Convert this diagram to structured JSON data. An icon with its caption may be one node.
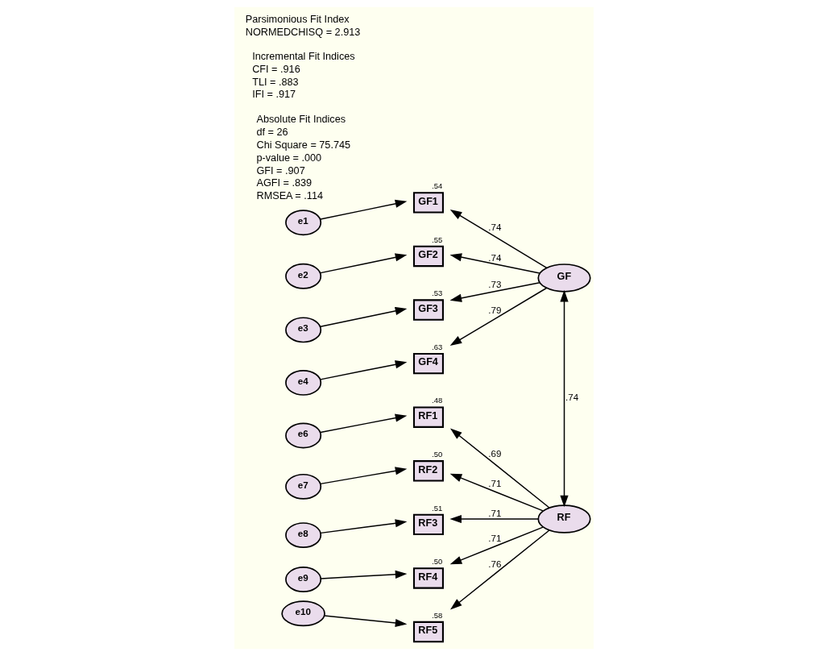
{
  "diagram": {
    "nodes": [
      {
        "text": [
          "e1"
        ]
      },
      {
        "text": [
          "e2"
        ]
      },
      {
        "text": [
          "e3"
        ]
      },
      {
        "text": [
          "e4"
        ]
      },
      {
        "text": [
          "GF1"
        ],
        "beside": [
          ".54"
        ]
      },
      {
        "text": [
          "GF2"
        ],
        "beside": [
          ".55"
        ]
      },
      {
        "text": [
          "GF3"
        ],
        "beside": [
          ".53"
        ]
      },
      {
        "text": [
          "GF4"
        ],
        "beside": [
          ".63"
        ]
      },
      {
        "text": [
          "GF"
        ]
      },
      {
        "text": [
          "e6"
        ]
      },
      {
        "text": [
          "e7"
        ]
      },
      {
        "text": [
          "e8"
        ]
      },
      {
        "text": [
          "e9"
        ]
      },
      {
        "text": [
          "e10"
        ]
      },
      {
        "text": [
          "RF1"
        ],
        "beside": [
          ".48"
        ]
      },
      {
        "text": [
          "RF2"
        ],
        "beside": [
          ".50"
        ]
      },
      {
        "text": [
          "RF3"
        ],
        "beside": [
          ".51"
        ]
      },
      {
        "text": [
          "RF4"
        ],
        "beside": [
          ".50"
        ]
      },
      {
        "text": [
          "RF5"
        ],
        "beside": [
          ".58"
        ]
      },
      {
        "text": [
          "RF"
        ]
      }
    ],
    "edges": [
      {
        "from": 0,
        "to": 4,
        "arrow": "to"
      },
      {
        "from": 1,
        "to": 5,
        "arrow": "to"
      },
      {
        "from": 2,
        "to": 6,
        "arrow": "to"
      },
      {
        "from": 3,
        "to": 7,
        "arrow": "to"
      },
      {
        "from": 8,
        "to": 4,
        "arrow": "to",
        "label": ".74"
      },
      {
        "from": 8,
        "to": 5,
        "arrow": "to",
        "label": ".74"
      },
      {
        "from": 8,
        "to": 6,
        "arrow": "to",
        "label": ".73"
      },
      {
        "from": 8,
        "to": 7,
        "arrow": "to",
        "label": ".79"
      },
      {
        "from": 8,
        "to": 19,
        "arrow": "both",
        "label": ".74"
      },
      {
        "from": 9,
        "to": 14,
        "arrow": "to"
      },
      {
        "from": 10,
        "to": 15,
        "arrow": "to"
      },
      {
        "from": 11,
        "to": 16,
        "arrow": "to"
      },
      {
        "from": 12,
        "to": 17,
        "arrow": "to"
      },
      {
        "from": 13,
        "to": 18,
        "arrow": "to"
      },
      {
        "from": 19,
        "to": 14,
        "arrow": "to",
        "label": ".69"
      },
      {
        "from": 19,
        "to": 15,
        "arrow": "to",
        "label": ".71"
      },
      {
        "from": 19,
        "to": 16,
        "arrow": "to",
        "label": ".71"
      },
      {
        "from": 19,
        "to": 17,
        "arrow": "to",
        "label": ".71"
      },
      {
        "from": 19,
        "to": 18,
        "arrow": "to",
        "label": ".76"
      }
    ],
    "labels": [
      "Absolute Fit Indices",
      "df = 26",
      "Chi Square = 75.745",
      "p-value = .000",
      "GFI = .907",
      "AGFI = .839",
      "RMSEA = .114",
      "Incremental Fit Indices",
      "CFI = .916",
      "TLI = .883",
      "IFI = .917",
      "Parsimonious Fit Index",
      "NORMEDCHISQ = 2.913"
    ]
  }
}
